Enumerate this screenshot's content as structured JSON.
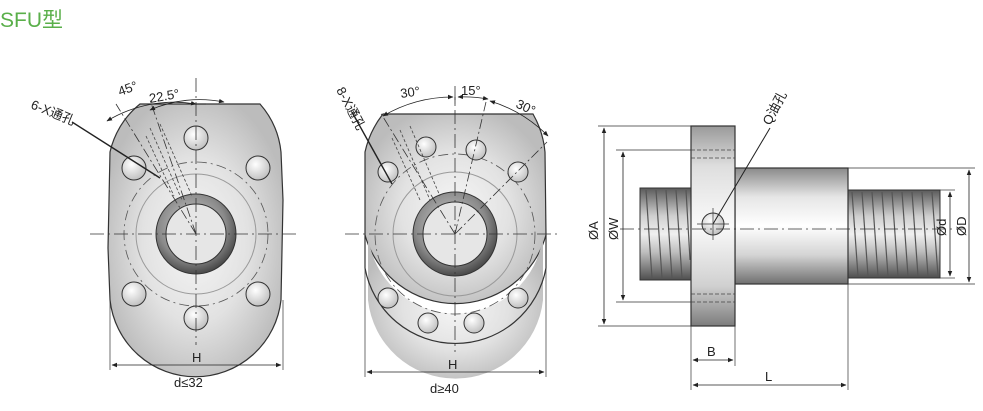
{
  "title": "SFU型",
  "views": {
    "left": {
      "angle_1": "45°",
      "angle_2": "22.5°",
      "hole_label": "6-X通孔",
      "dim_h": "H",
      "condition": "d≤32"
    },
    "middle": {
      "angle_1": "30°",
      "angle_2": "15°",
      "angle_3": "30°",
      "hole_label": "8-X通孔",
      "dim_h": "H",
      "condition": "d≥40"
    },
    "side": {
      "oil_hole_label": "Q油孔",
      "dim_a": "ØA",
      "dim_w": "ØW",
      "dim_d_small": "Ød",
      "dim_d_large": "ØD",
      "dim_b": "B",
      "dim_l": "L"
    }
  },
  "colors": {
    "title": "#5aaf4a",
    "line": "#333333",
    "shade_light": "#ededed",
    "shade_mid": "#bdbdbd",
    "shade_dark": "#6e6e6e"
  }
}
